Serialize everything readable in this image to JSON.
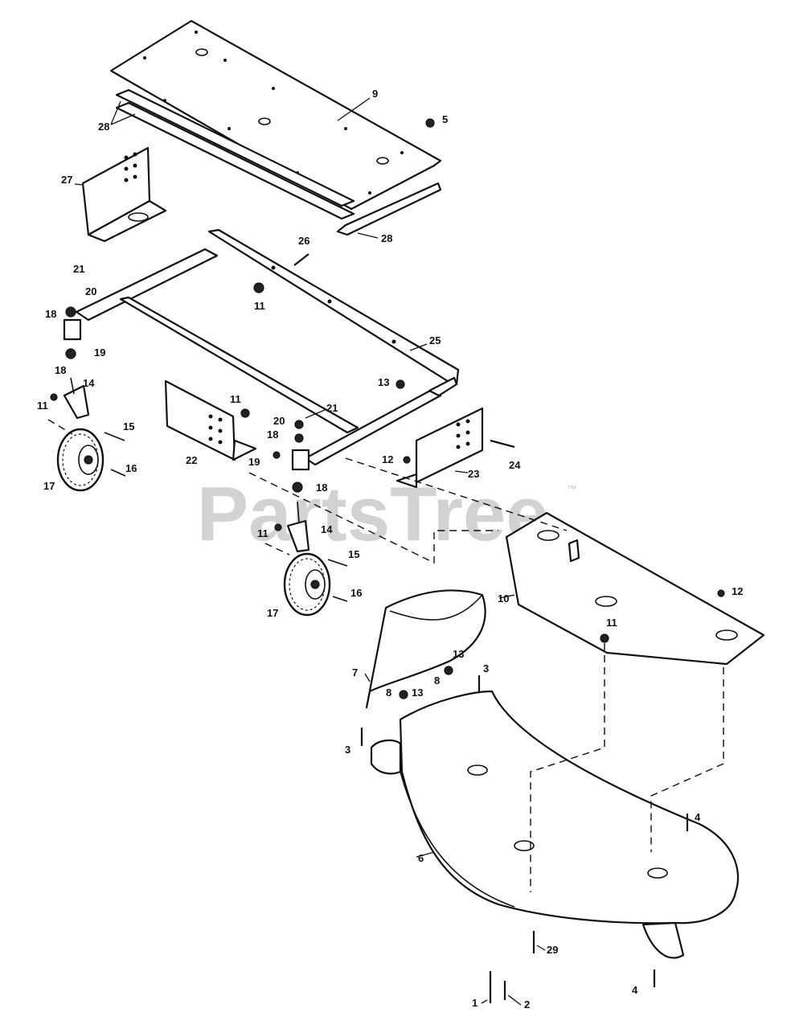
{
  "watermark": {
    "text": "PartsTree",
    "trademark": "™"
  },
  "callouts": [
    {
      "id": "c9",
      "label": "9"
    },
    {
      "id": "c28a",
      "label": "28"
    },
    {
      "id": "c5",
      "label": "5"
    },
    {
      "id": "c27",
      "label": "27"
    },
    {
      "id": "c28b",
      "label": "28"
    },
    {
      "id": "c26",
      "label": "26"
    },
    {
      "id": "c21a",
      "label": "21"
    },
    {
      "id": "c20a",
      "label": "20"
    },
    {
      "id": "c18a",
      "label": "18"
    },
    {
      "id": "c11a",
      "label": "11"
    },
    {
      "id": "c19a",
      "label": "19"
    },
    {
      "id": "c25",
      "label": "25"
    },
    {
      "id": "c18b",
      "label": "18"
    },
    {
      "id": "c14a",
      "label": "14"
    },
    {
      "id": "c11b",
      "label": "11"
    },
    {
      "id": "c13a",
      "label": "13"
    },
    {
      "id": "c11c",
      "label": "11"
    },
    {
      "id": "c21b",
      "label": "21"
    },
    {
      "id": "c15a",
      "label": "15"
    },
    {
      "id": "c20b",
      "label": "20"
    },
    {
      "id": "c18c",
      "label": "18"
    },
    {
      "id": "c16a",
      "label": "16"
    },
    {
      "id": "c22",
      "label": "22"
    },
    {
      "id": "c19b",
      "label": "19"
    },
    {
      "id": "c12a",
      "label": "12"
    },
    {
      "id": "c24",
      "label": "24"
    },
    {
      "id": "c17a",
      "label": "17"
    },
    {
      "id": "c23",
      "label": "23"
    },
    {
      "id": "c18d",
      "label": "18"
    },
    {
      "id": "c11d",
      "label": "11"
    },
    {
      "id": "c14b",
      "label": "14"
    },
    {
      "id": "c15b",
      "label": "15"
    },
    {
      "id": "c10",
      "label": "10"
    },
    {
      "id": "c12b",
      "label": "12"
    },
    {
      "id": "c16b",
      "label": "16"
    },
    {
      "id": "c17b",
      "label": "17"
    },
    {
      "id": "c11e",
      "label": "11"
    },
    {
      "id": "c13b",
      "label": "13"
    },
    {
      "id": "c8a",
      "label": "8"
    },
    {
      "id": "c3a",
      "label": "3"
    },
    {
      "id": "c7",
      "label": "7"
    },
    {
      "id": "c8b",
      "label": "8"
    },
    {
      "id": "c13c",
      "label": "13"
    },
    {
      "id": "c3b",
      "label": "3"
    },
    {
      "id": "c4a",
      "label": "4"
    },
    {
      "id": "c6",
      "label": "6"
    },
    {
      "id": "c29",
      "label": "29"
    },
    {
      "id": "c4b",
      "label": "4"
    },
    {
      "id": "c1",
      "label": "1"
    },
    {
      "id": "c2",
      "label": "2"
    }
  ]
}
